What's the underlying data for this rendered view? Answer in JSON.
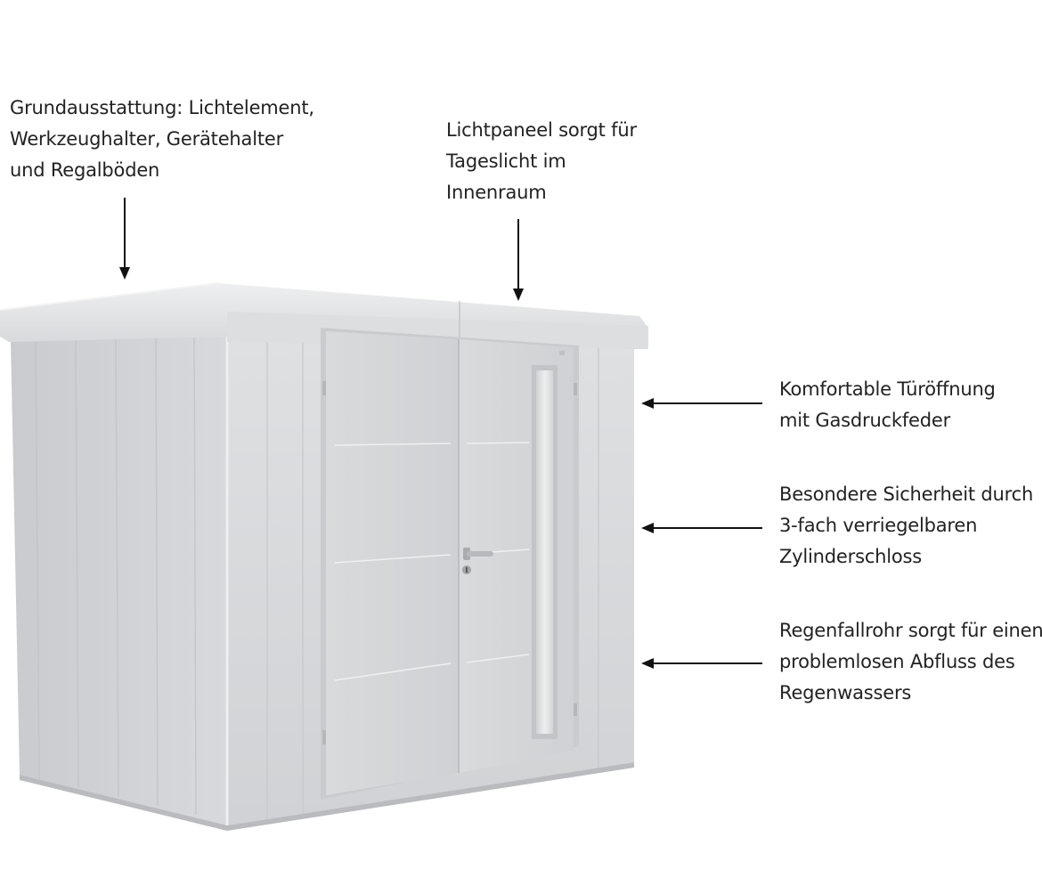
{
  "callouts": {
    "base_equipment": {
      "lines": [
        "Grundausstattung: Lichtelement,",
        "Werkzeughalter, Gerätehalter",
        "und Regalböden"
      ]
    },
    "light_panel": {
      "lines": [
        "Lichtpaneel sorgt für",
        "Tageslicht im",
        "Innenraum"
      ]
    },
    "door_opening": {
      "lines": [
        "Komfortable Türöffnung",
        "mit Gasdruckfeder"
      ]
    },
    "security": {
      "lines": [
        "Besondere Sicherheit durch",
        "3-fach verriegelbaren",
        "Zylinderschloss"
      ]
    },
    "downpipe": {
      "lines": [
        "Regenfallrohr sorgt für einen",
        "problemlosen Abfluss des",
        "Regenwassers"
      ]
    }
  },
  "colors": {
    "text": "#222222",
    "arrow": "#111111",
    "metal_light": "#e6e7e9",
    "metal_mid": "#d4d6d9",
    "metal_dark": "#c3c5c8"
  },
  "icons": {
    "arrow": "arrow-icon",
    "door_handle": "door-handle-icon",
    "lock_cylinder": "lock-cylinder-icon"
  }
}
